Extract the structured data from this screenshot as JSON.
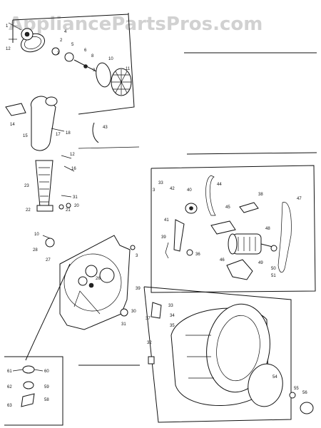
{
  "watermark": "AppliancePartsPros.com",
  "callouts": {
    "c1": "1",
    "c2": "2",
    "c3": "3",
    "c4": "4",
    "c5": "5",
    "c6": "6",
    "c8": "8",
    "c9": "9",
    "c10": "10",
    "c11": "11",
    "c12": "12",
    "c14": "14",
    "c15": "15",
    "c16": "16",
    "c17": "17",
    "c18": "18",
    "c12b": "12",
    "c43": "43",
    "c23": "23",
    "c31": "31",
    "c22": "22",
    "c21": "21",
    "c20": "20",
    "c10b": "10",
    "c28": "28",
    "c27": "27",
    "c3b": "3",
    "c26": "26",
    "c39": "39",
    "c30": "30",
    "c31b": "31",
    "c32": "32",
    "c33": "33",
    "c34": "34",
    "c35": "35",
    "c37": "37",
    "c54": "54",
    "c55": "55",
    "c56": "56",
    "c33b": "33",
    "c42": "42",
    "c40": "40",
    "c44": "44",
    "c38": "38",
    "c47": "47",
    "c48": "48",
    "c49": "49",
    "c50": "50",
    "c51": "51",
    "c46": "46",
    "c45": "45",
    "c41": "41",
    "c39b": "39",
    "c36": "36",
    "c3c": "3",
    "c61": "61",
    "c60": "60",
    "c62": "62",
    "c59": "59",
    "c63": "63",
    "c58": "58"
  }
}
